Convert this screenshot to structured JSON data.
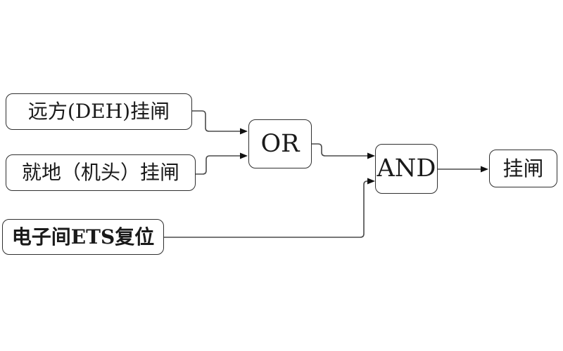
{
  "diagram": {
    "type": "logic-flow",
    "background": "#ffffff",
    "nodes": {
      "remote": {
        "label": "远方(DEH)挂闸",
        "role": "input"
      },
      "local": {
        "label": "就地（机头）挂闸",
        "role": "input"
      },
      "ets": {
        "label": "电子间ETS复位",
        "role": "input"
      },
      "or": {
        "label": "OR",
        "role": "logic-gate"
      },
      "and": {
        "label": "AND",
        "role": "logic-gate"
      },
      "output": {
        "label": "挂闸",
        "role": "output"
      }
    },
    "edges": [
      {
        "from": "remote",
        "to": "or"
      },
      {
        "from": "local",
        "to": "or"
      },
      {
        "from": "or",
        "to": "and"
      },
      {
        "from": "ets",
        "to": "and"
      },
      {
        "from": "and",
        "to": "output"
      }
    ]
  },
  "colors": {
    "node_border": "#2f2f2f",
    "edge_line": "#4a4a4a",
    "arrowhead": "#111111",
    "text": "#1a1a1a"
  }
}
